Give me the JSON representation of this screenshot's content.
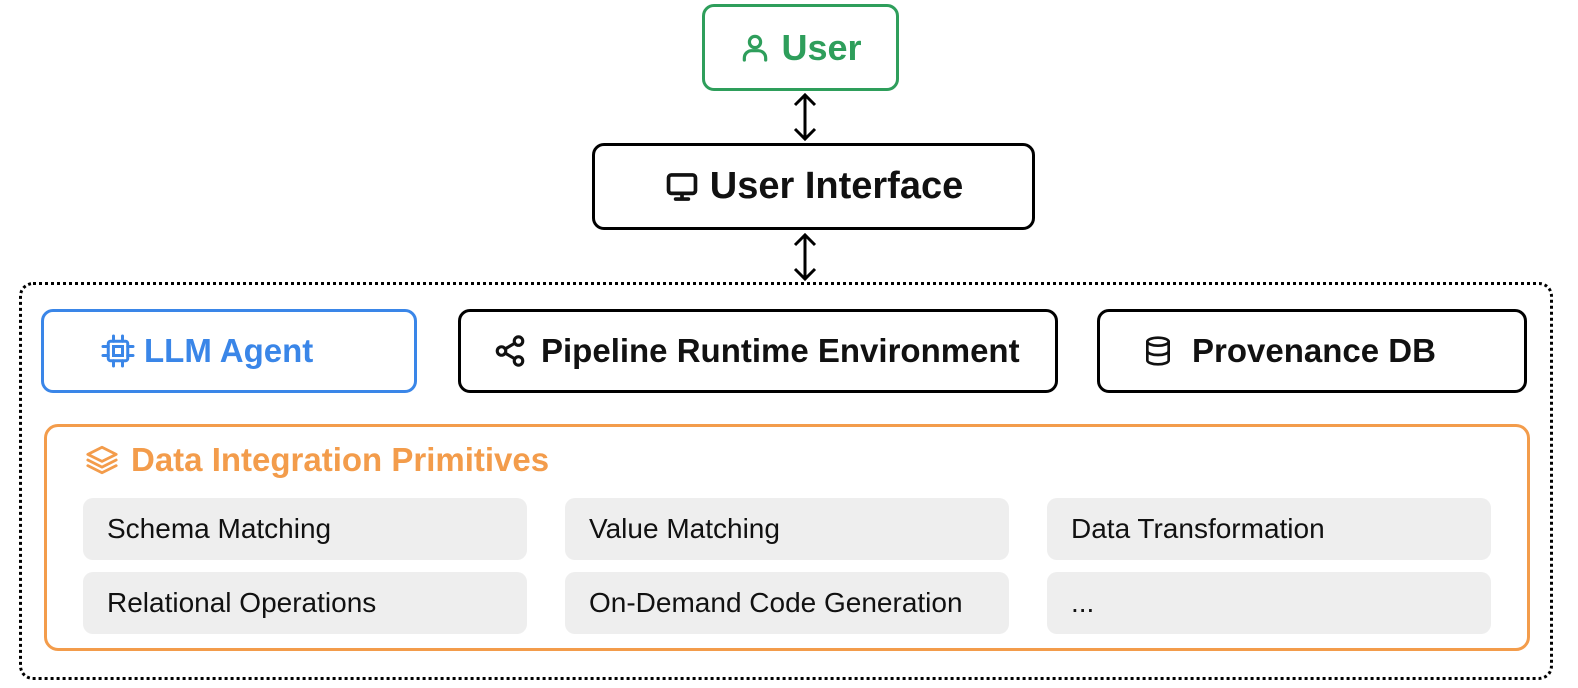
{
  "user": {
    "label": "User",
    "icon": "user-icon"
  },
  "user_interface": {
    "label": "User Interface",
    "icon": "monitor-icon"
  },
  "system": {
    "components": {
      "llm_agent": {
        "label": "LLM Agent",
        "icon": "cpu-chip-icon"
      },
      "pipeline": {
        "label": "Pipeline Runtime Environment",
        "icon": "share-nodes-icon"
      },
      "provenance": {
        "label": "Provenance DB",
        "icon": "database-icon"
      }
    },
    "primitives": {
      "title": "Data Integration Primitives",
      "icon": "layers-icon",
      "items": [
        "Schema Matching",
        "Value Matching",
        "Data Transformation",
        "Relational Operations",
        "On-Demand Code Generation",
        "..."
      ]
    }
  },
  "colors": {
    "user": "#2e9e5b",
    "llm_agent": "#3a86e8",
    "primitives": "#f39c4b",
    "chip_background": "#eeeeee",
    "default_border": "#000000"
  }
}
